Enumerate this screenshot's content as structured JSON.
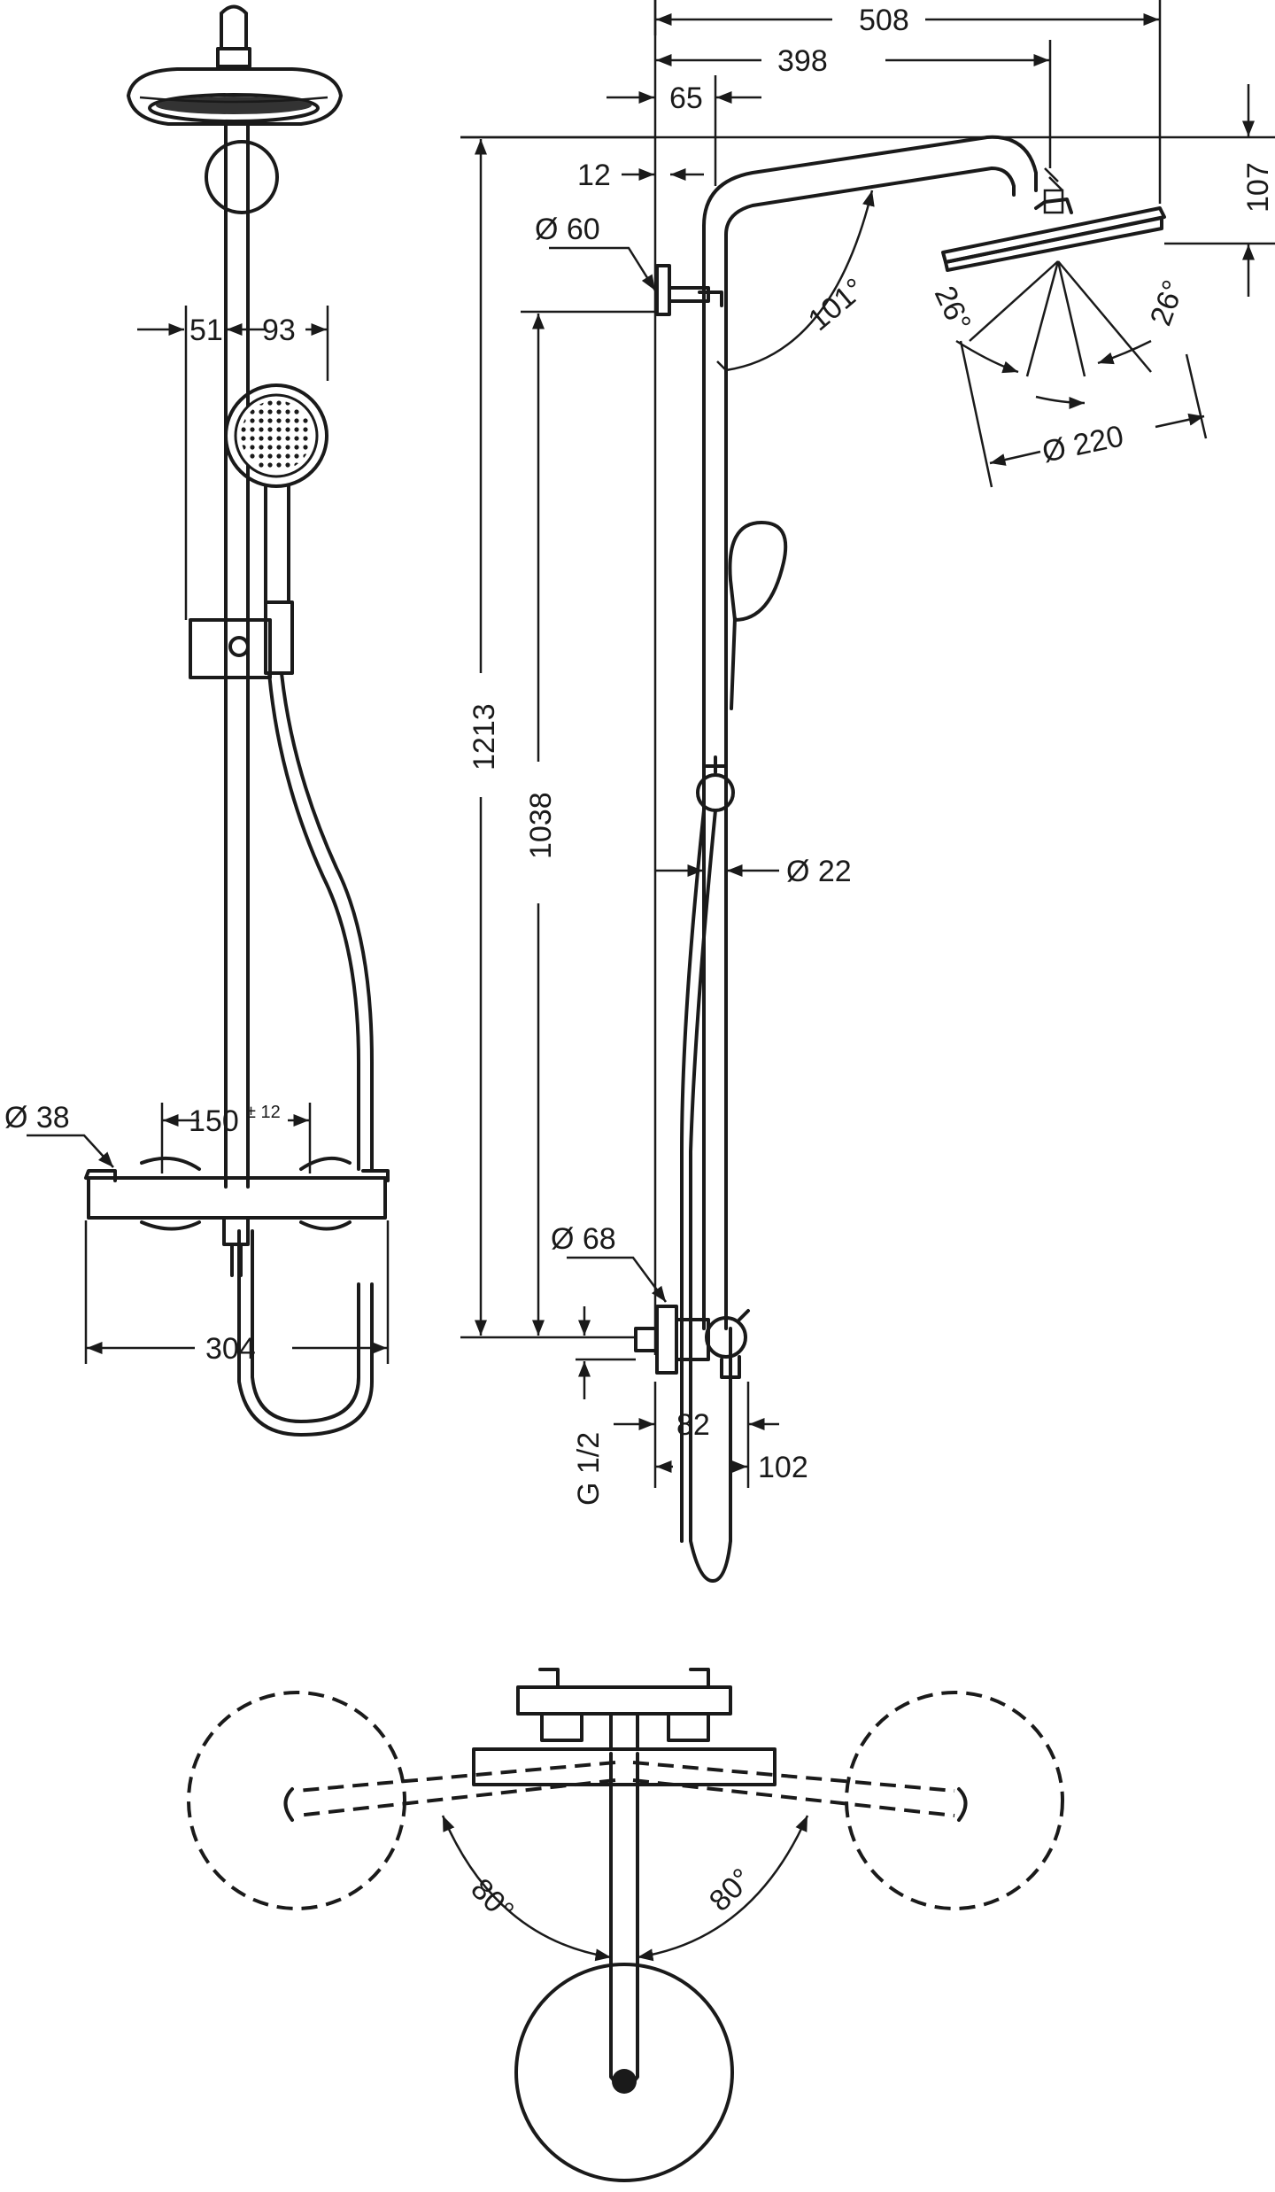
{
  "dimensions": {
    "width_total": "508",
    "width_head_arm": "398",
    "wall_offset": "65",
    "wall_plate_gap": "12",
    "wall_plate_dia": "Ø 60",
    "head_height": "107",
    "spray_angle_left": "26°",
    "spray_angle_right": "26°",
    "head_dia": "Ø 220",
    "arm_angle": "101°",
    "total_height": "1213",
    "mixer_to_bracket": "1038",
    "pipe_dia": "Ø 22",
    "mixer_plate_dia": "Ø 68",
    "thread": "G 1/2",
    "mixer_depth": "82",
    "mixer_depth_total": "102",
    "handshower_offset": "51",
    "handshower_width": "93",
    "knob_dia": "Ø 38",
    "inlet_spacing": "150",
    "inlet_tolerance": "± 12",
    "mixer_width": "304",
    "swivel_left": "80°",
    "swivel_right": "80°"
  }
}
